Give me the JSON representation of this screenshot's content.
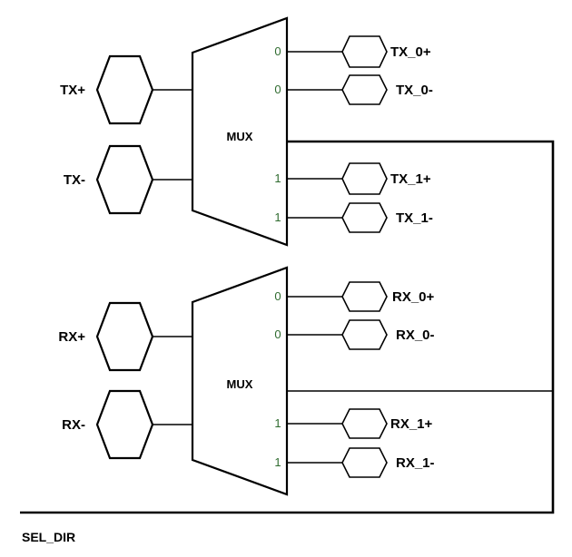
{
  "colors": {
    "line": "#000000",
    "port_number": "#2f6b2f",
    "background": "#ffffff"
  },
  "diagram": {
    "mux_top": {
      "label": "MUX",
      "inputs": [
        {
          "id": "tx-plus",
          "label": "TX+"
        },
        {
          "id": "tx-minus",
          "label": "TX-"
        }
      ],
      "outputs": [
        {
          "id": "tx-0-plus",
          "port": "0",
          "label": "TX_0+"
        },
        {
          "id": "tx-0-minus",
          "port": "0",
          "label": "TX_0-"
        },
        {
          "id": "tx-1-plus",
          "port": "1",
          "label": "TX_1+"
        },
        {
          "id": "tx-1-minus",
          "port": "1",
          "label": "TX_1-"
        }
      ]
    },
    "mux_bottom": {
      "label": "MUX",
      "inputs": [
        {
          "id": "rx-plus",
          "label": "RX+"
        },
        {
          "id": "rx-minus",
          "label": "RX-"
        }
      ],
      "outputs": [
        {
          "id": "rx-0-plus",
          "port": "0",
          "label": "RX_0+"
        },
        {
          "id": "rx-0-minus",
          "port": "0",
          "label": "RX_0-"
        },
        {
          "id": "rx-1-plus",
          "port": "1",
          "label": "RX_1+"
        },
        {
          "id": "rx-1-minus",
          "port": "1",
          "label": "RX_1-"
        }
      ]
    },
    "select_signal": "SEL_DIR"
  }
}
